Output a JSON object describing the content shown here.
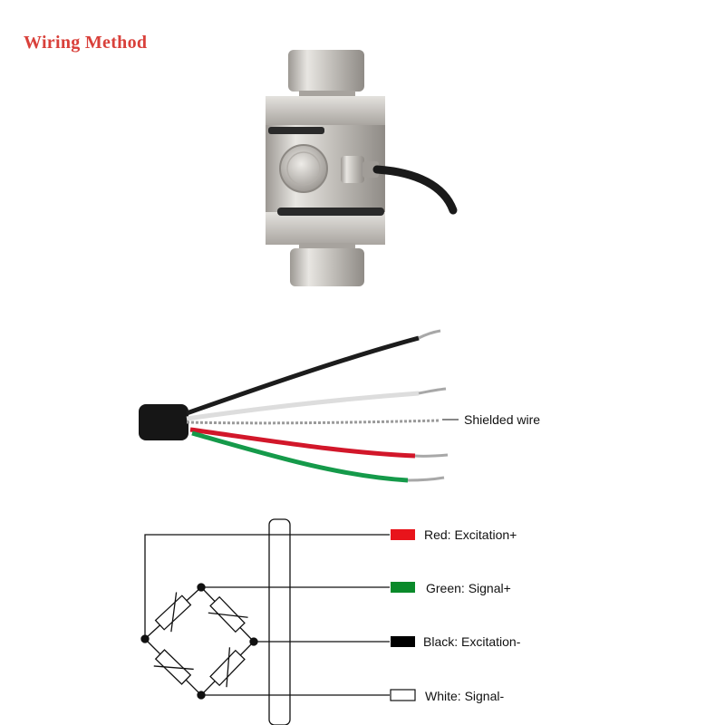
{
  "title": "Wiring Method",
  "cable_label": "Shielded wire",
  "wires": [
    {
      "label": "Red: Excitation+",
      "color": "#e8141b",
      "outline": false
    },
    {
      "label": "Green: Signal+",
      "color": "#0a8a2a",
      "outline": false
    },
    {
      "label": "Black: Excitation-",
      "color": "#000000",
      "outline": false
    },
    {
      "label": "White: Signal-",
      "color": "#ffffff",
      "outline": true
    }
  ],
  "colors": {
    "title": "#d9403a",
    "metal": "#c9c6c1",
    "cable": "#1a1a1a"
  }
}
